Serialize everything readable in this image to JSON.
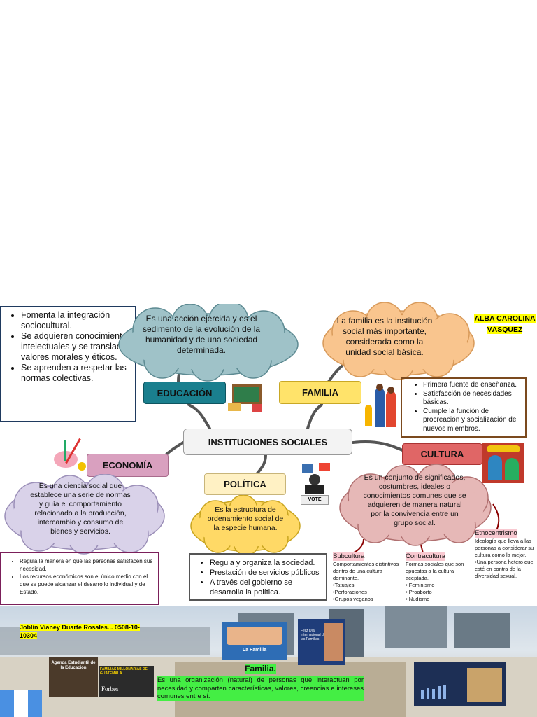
{
  "author": {
    "line1": "ALBA CAROLINA",
    "line2": "VÁSQUEZ"
  },
  "center": {
    "label": "INSTITUCIONES SOCIALES"
  },
  "educacion": {
    "label": "EDUCACIÓN",
    "definition": "Es una acción ejercida y es el sedimento de la evolución de la humanidad y de una sociedad determinada.",
    "bullets": [
      "Fomenta la integración sociocultural.",
      "Se adquieren conocimientos intelectuales y se transladan valores morales y éticos.",
      "Se aprenden a respetar las normas colectivas."
    ]
  },
  "familia": {
    "label": "FAMILIA",
    "definition": "La familia es la institución social más importante, considerada como la unidad social básica.",
    "bullets": [
      "Primera fuente de enseñanza.",
      "Satisfacción de necesidades básicas.",
      "Cumple la función de procreación y socialización de nuevos miembros."
    ]
  },
  "economia": {
    "label": "ECONOMÍA",
    "definition": "Es una ciencia social que establece una serie de normas y guía el comportamiento relacionado a la producción, intercambio y consumo de bienes y servicios.",
    "bullets": [
      "Regula la manera en que las personas satisfacen sus necesidad.",
      "Los recursos económicos son el único medio con el que se puede alcanzar el desarrollo individual y de Estado."
    ]
  },
  "politica": {
    "label": "POLÍTICA",
    "definition": "Es la estructura de ordenamiento social de la especie humana.",
    "bullets": [
      "Regula y organiza la sociedad.",
      "Prestación de servicios públicos",
      "A través del gobierno se desarrolla la política."
    ]
  },
  "cultura": {
    "label": "CULTURA",
    "definition": "Es un conjunto de significados, costumbres, ideales o conocimientos comunes que se adquieren de manera natural por la convivencia entre un grupo social.",
    "subcultura": {
      "title": "Subcultura",
      "lines": [
        "Comportamientos distintivos dentro de una cultura dominante.",
        "•Tatuajes",
        "•Perforaciones",
        "•Grupos veganos"
      ]
    },
    "contracultura": {
      "title": "Contracultura",
      "lines": [
        "Formas sociales que son opuestas a la cultura aceptada.",
        "• Feminismo",
        "• Proaborto",
        "• Nudismo"
      ]
    },
    "etnocentrismo": {
      "title": "Etnocentrismo",
      "lines": [
        "Ideología que lleva a las personas a considerar su cultura como la mejor.",
        "•Una persona hetero que esté en contra de la diversidad sexual."
      ]
    }
  },
  "footer": {
    "student": "Joblin Vianey Duarte Rosales... 0508-10-10304",
    "familia_title": "Familia.",
    "familia_text": "Es una organización (natural) de personas que interactuan por necesidad y comparten características, valores, creencias e intereses comunes entre sí.",
    "thumb1": "Agenda Estudiantil de la Educación",
    "thumb2": "FAMILIAS MILLONARIAS DE GUATEMALA",
    "thumb2b": "Forbes",
    "thumb3": "La Familia",
    "thumb4": "Feliz Día Internacional de las Familias"
  },
  "colors": {
    "educacion": "#1a7f8e",
    "familia": "#ffe36a",
    "economia": "#d9a0bf",
    "politica": "#fff1c4",
    "cultura": "#e06666",
    "cloud_blue": "#9fc2c8",
    "cloud_orange": "#f9c58e",
    "cloud_lilac": "#d9d2e9",
    "cloud_yellow": "#ffd966",
    "cloud_pink": "#e6b8b7"
  }
}
